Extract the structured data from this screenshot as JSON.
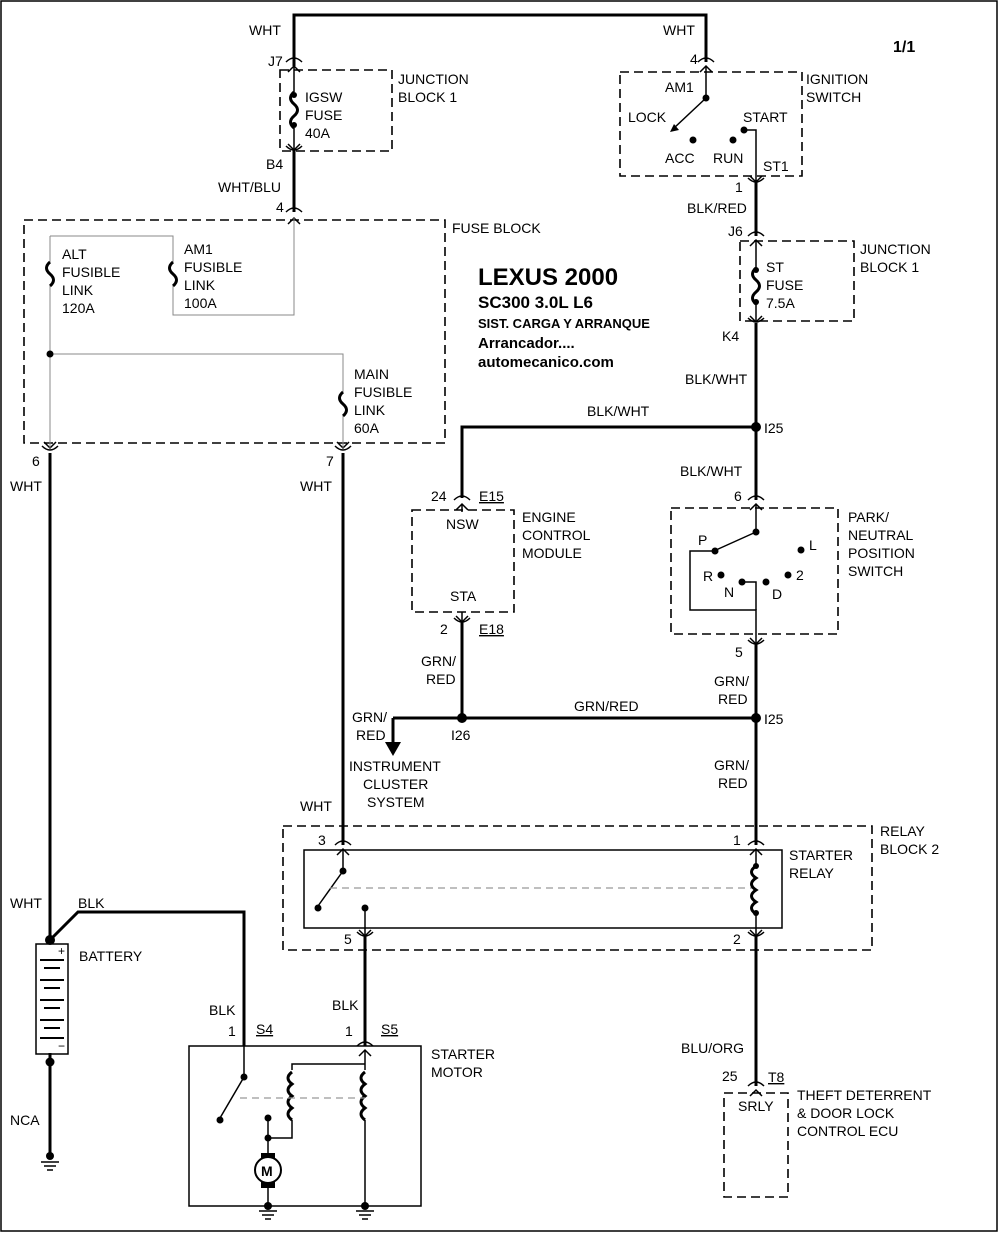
{
  "page_label": "1/1",
  "title_block": {
    "brand": "LEXUS 2000",
    "model": "SC300  3.0L  L6",
    "system": "SIST. CARGA Y ARRANQUE",
    "subsystem": "Arrancador....",
    "site": "automecanico.com"
  },
  "wires": {
    "wht": "WHT",
    "wht_blu": "WHT/BLU",
    "blk_red": "BLK/RED",
    "blk_wht": "BLK/WHT",
    "grn_red": "GRN/RED",
    "grn": "GRN/",
    "red": "RED",
    "blk": "BLK",
    "blu_org": "BLU/ORG"
  },
  "connectors": {
    "j7": "J7",
    "b4": "B4",
    "j6": "J6",
    "k4": "K4",
    "e15": "E15",
    "e18": "E18",
    "s4": "S4",
    "s5": "S5",
    "t8": "T8"
  },
  "splices": {
    "i25": "I25",
    "i26": "I26"
  },
  "pins": {
    "igsw_top": "",
    "ign_top": "4",
    "ign_bottom": "1",
    "fb_in": "4",
    "fb_out_left": "6",
    "fb_out_right": "7",
    "ecm_nsw": "24",
    "ecm_sta": "2",
    "pnp_top": "6",
    "pnp_bottom": "5",
    "relay_left_top": "3",
    "relay_left_bottom": "5",
    "relay_right_top": "1",
    "relay_right_bottom": "2",
    "motor_left": "1",
    "motor_right": "1",
    "ecu_pin": "25"
  },
  "junction_block_top": {
    "name1": "JUNCTION",
    "name2": "BLOCK 1",
    "fuse1": "IGSW",
    "fuse2": "FUSE",
    "fuse3": "40A"
  },
  "ignition_switch": {
    "name1": "IGNITION",
    "name2": "SWITCH",
    "am1": "AM1",
    "lock": "LOCK",
    "start": "START",
    "acc": "ACC",
    "run": "RUN",
    "st1": "ST1"
  },
  "junction_block_st": {
    "name1": "JUNCTION",
    "name2": "BLOCK 1",
    "fuse1": "ST",
    "fuse2": "FUSE",
    "fuse3": "7.5A"
  },
  "fuse_block": {
    "name": "FUSE BLOCK",
    "alt": [
      "ALT",
      "FUSIBLE",
      "LINK",
      "120A"
    ],
    "am1": [
      "AM1",
      "FUSIBLE",
      "LINK",
      "100A"
    ],
    "main": [
      "MAIN",
      "FUSIBLE",
      "LINK",
      "60A"
    ]
  },
  "ecm": {
    "name1": "ENGINE",
    "name2": "CONTROL",
    "name3": "MODULE",
    "nsw": "NSW",
    "sta": "STA"
  },
  "pnp_switch": {
    "name1": "PARK/",
    "name2": "NEUTRAL",
    "name3": "POSITION",
    "name4": "SWITCH",
    "p": "P",
    "r": "R",
    "n": "N",
    "d": "D",
    "two": "2",
    "l": "L"
  },
  "instrument_cluster": {
    "line1": "INSTRUMENT",
    "line2": "CLUSTER",
    "line3": "SYSTEM"
  },
  "relay_block": {
    "name1": "RELAY",
    "name2": "BLOCK 2",
    "relay1": "STARTER",
    "relay2": "RELAY"
  },
  "battery": {
    "name": "BATTERY",
    "plus": "+",
    "minus": "−",
    "ground": "NCA"
  },
  "starter_motor": {
    "name1": "STARTER",
    "name2": "MOTOR",
    "m": "M"
  },
  "theft_ecu": {
    "name1": "THEFT DETERRENT",
    "name2": "& DOOR LOCK",
    "name3": "CONTROL ECU",
    "srly": "SRLY"
  }
}
